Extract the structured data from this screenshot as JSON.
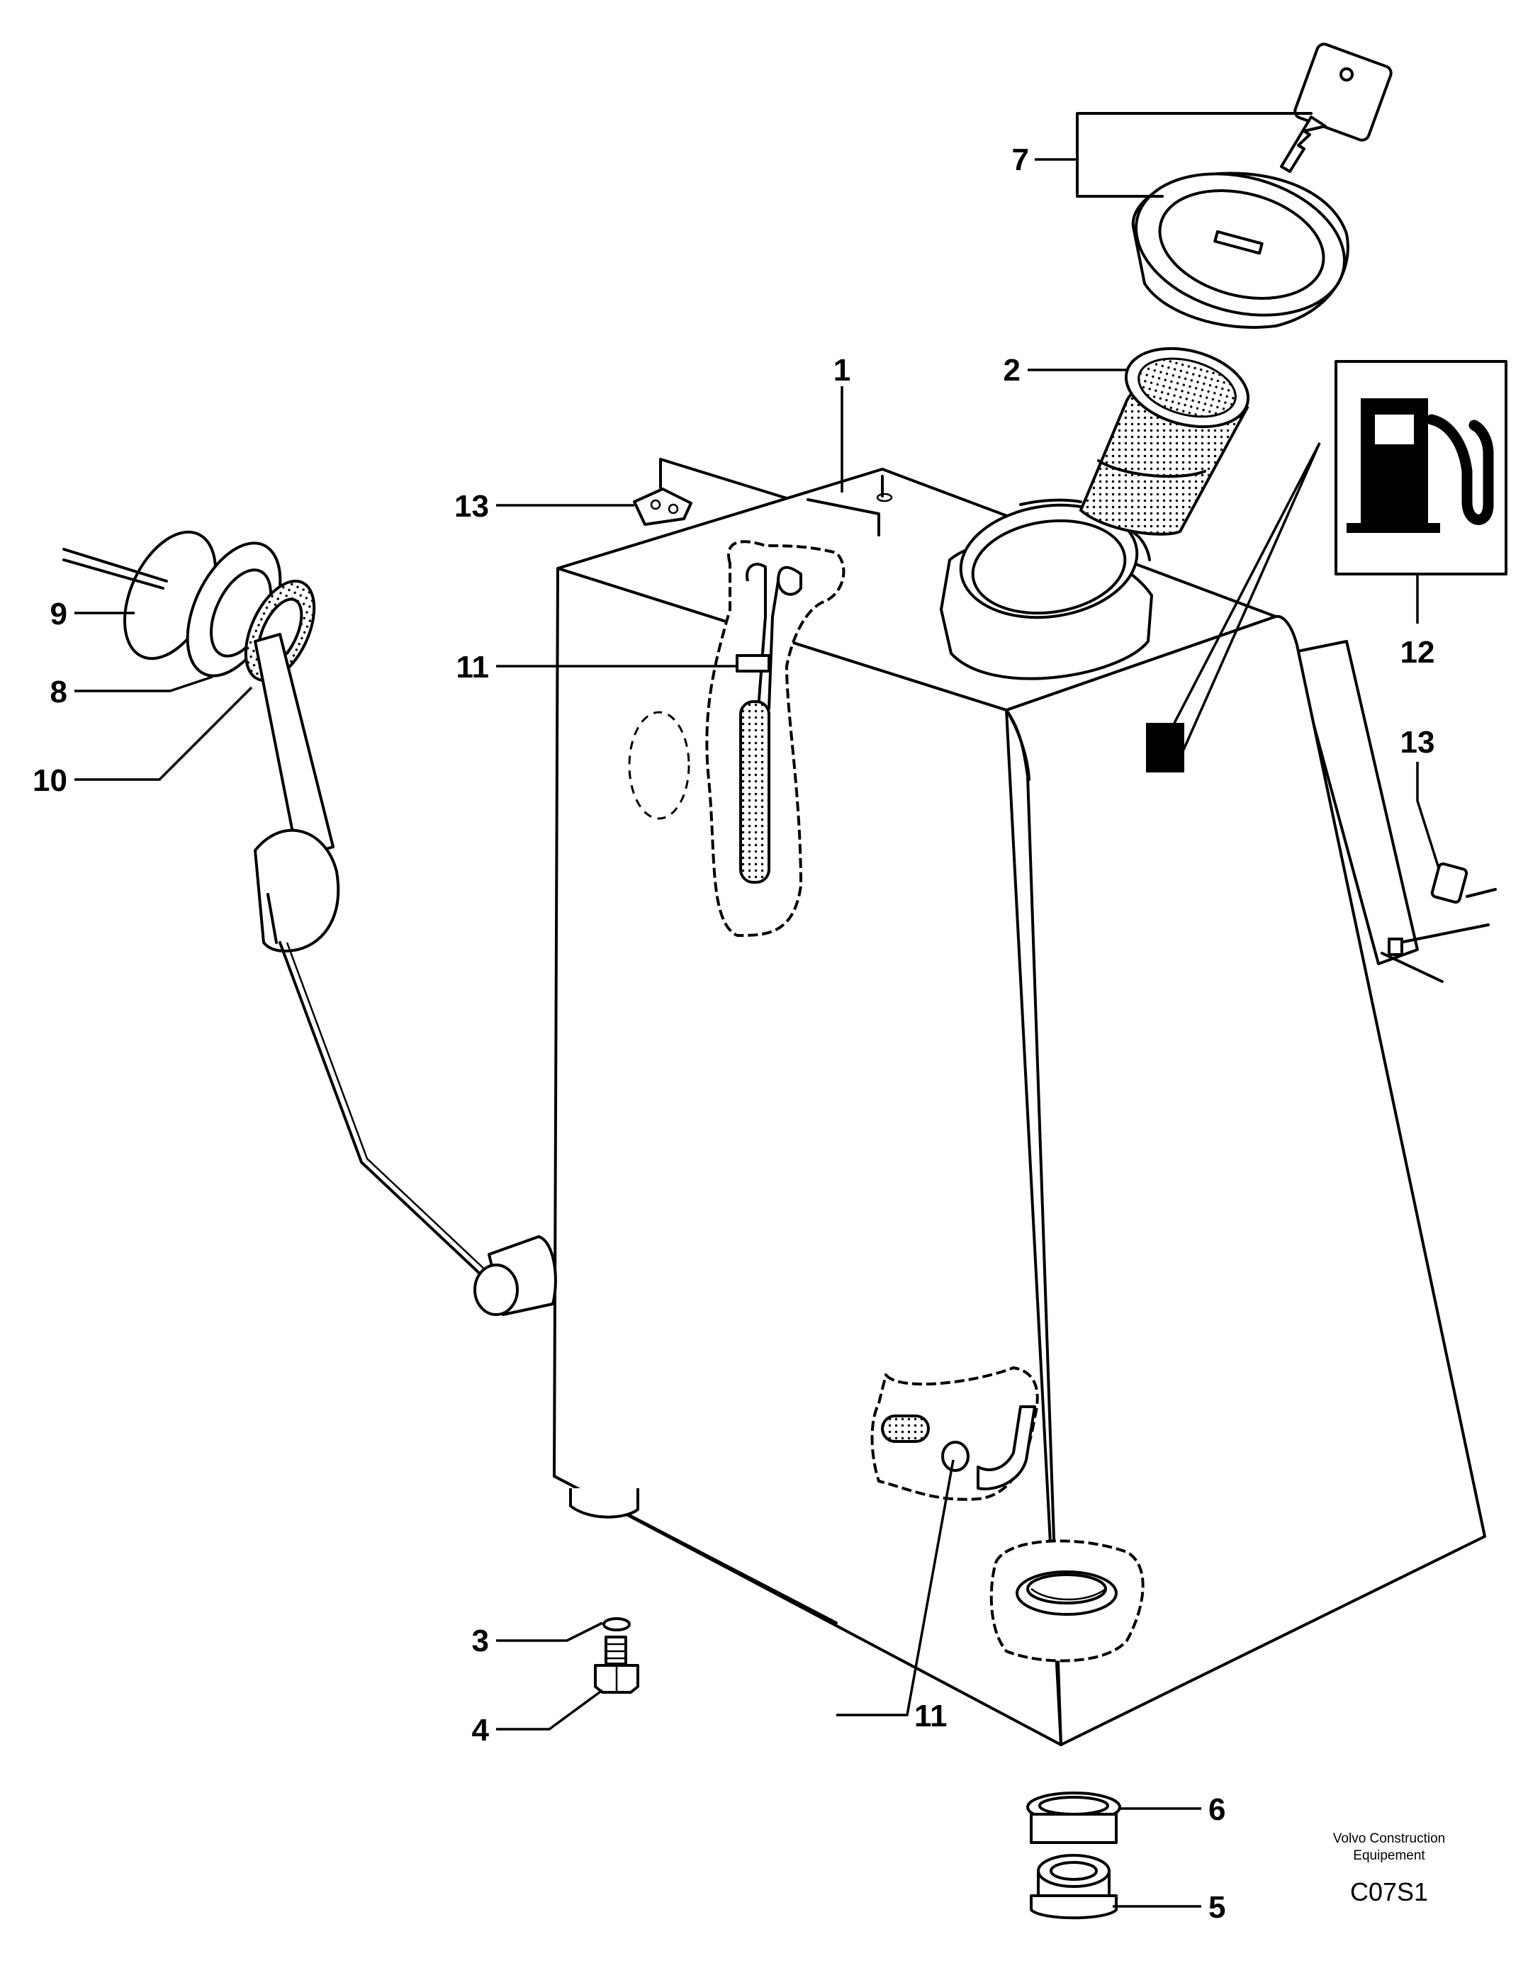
{
  "diagram": {
    "callouts": {
      "c1": "1",
      "c2": "2",
      "c3": "3",
      "c4": "4",
      "c5": "5",
      "c6": "6",
      "c7": "7",
      "c8": "8",
      "c9": "9",
      "c10": "10",
      "c11a": "11",
      "c11b": "11",
      "c12": "12",
      "c13a": "13",
      "c13b": "13"
    },
    "credit_line1": "Volvo Construction",
    "credit_line2": "Equipement",
    "figure_code": "C07S1"
  },
  "icons": {
    "tank": "fuel-tank",
    "cap": "filler-cap",
    "key": "key-icon",
    "strainer": "strainer",
    "fuel_sign": "fuel-pump-icon",
    "sender": "fuel-level-sender"
  }
}
